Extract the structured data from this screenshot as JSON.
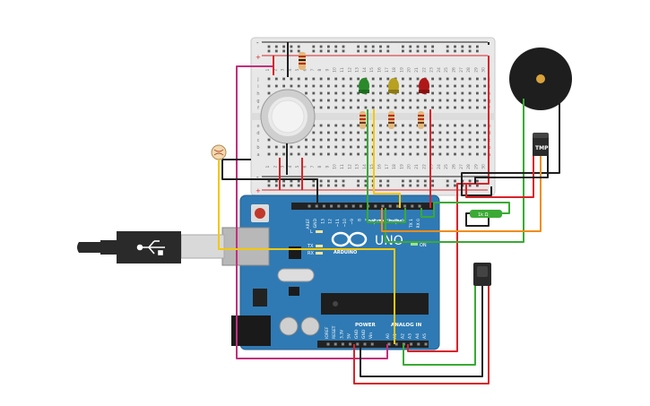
{
  "breadboard": {
    "rail_minus": "-",
    "rail_plus": "+",
    "row_letters_top": [
      "j",
      "i",
      "h",
      "g",
      "f"
    ],
    "row_letters_bottom": [
      "e",
      "d",
      "c",
      "b",
      "a"
    ],
    "column_numbers": [
      "1",
      "2",
      "3",
      "4",
      "5",
      "6",
      "7",
      "8",
      "9",
      "10",
      "11",
      "12",
      "13",
      "14",
      "15",
      "16",
      "17",
      "18",
      "19",
      "20",
      "21",
      "22",
      "23",
      "24",
      "25",
      "26",
      "27",
      "28",
      "29",
      "30"
    ]
  },
  "arduino": {
    "board_name": "UNO",
    "brand_logo_text": "ARDUINO",
    "digital_label": "DIGITAL",
    "pwm_label": "PWM~",
    "power_label": "POWER",
    "analog_label": "ANALOG IN",
    "on_label": "ON",
    "led_l": "L",
    "led_tx": "TX",
    "led_rx": "RX",
    "digital_pins": [
      "AREF",
      "GND",
      "13",
      "12",
      "~11",
      "~10",
      "~9",
      "8",
      "7",
      "~6",
      "~5",
      "4",
      "~3",
      "2",
      "TX 1",
      "RX 0"
    ],
    "power_pins": [
      "IOREF",
      "RESET",
      "3.3V",
      "5V",
      "GND",
      "GND",
      "Vin"
    ],
    "analog_pins": [
      "A0",
      "A1",
      "A2",
      "A3",
      "A4",
      "A5"
    ]
  },
  "temp_sensor": {
    "label": "TMP"
  },
  "resistor_small": {
    "label": "1k Ω"
  },
  "colors": {
    "wire_red": "#d8232a",
    "wire_black": "#202020",
    "wire_green": "#3aaa35",
    "wire_yellow": "#f2c80f",
    "wire_orange": "#f08c1a",
    "wire_magenta": "#c0307e",
    "board_blue": "#2f7ab4",
    "led_green": "#2a8a2a",
    "led_yellow": "#b8a020",
    "led_red": "#b01818"
  }
}
